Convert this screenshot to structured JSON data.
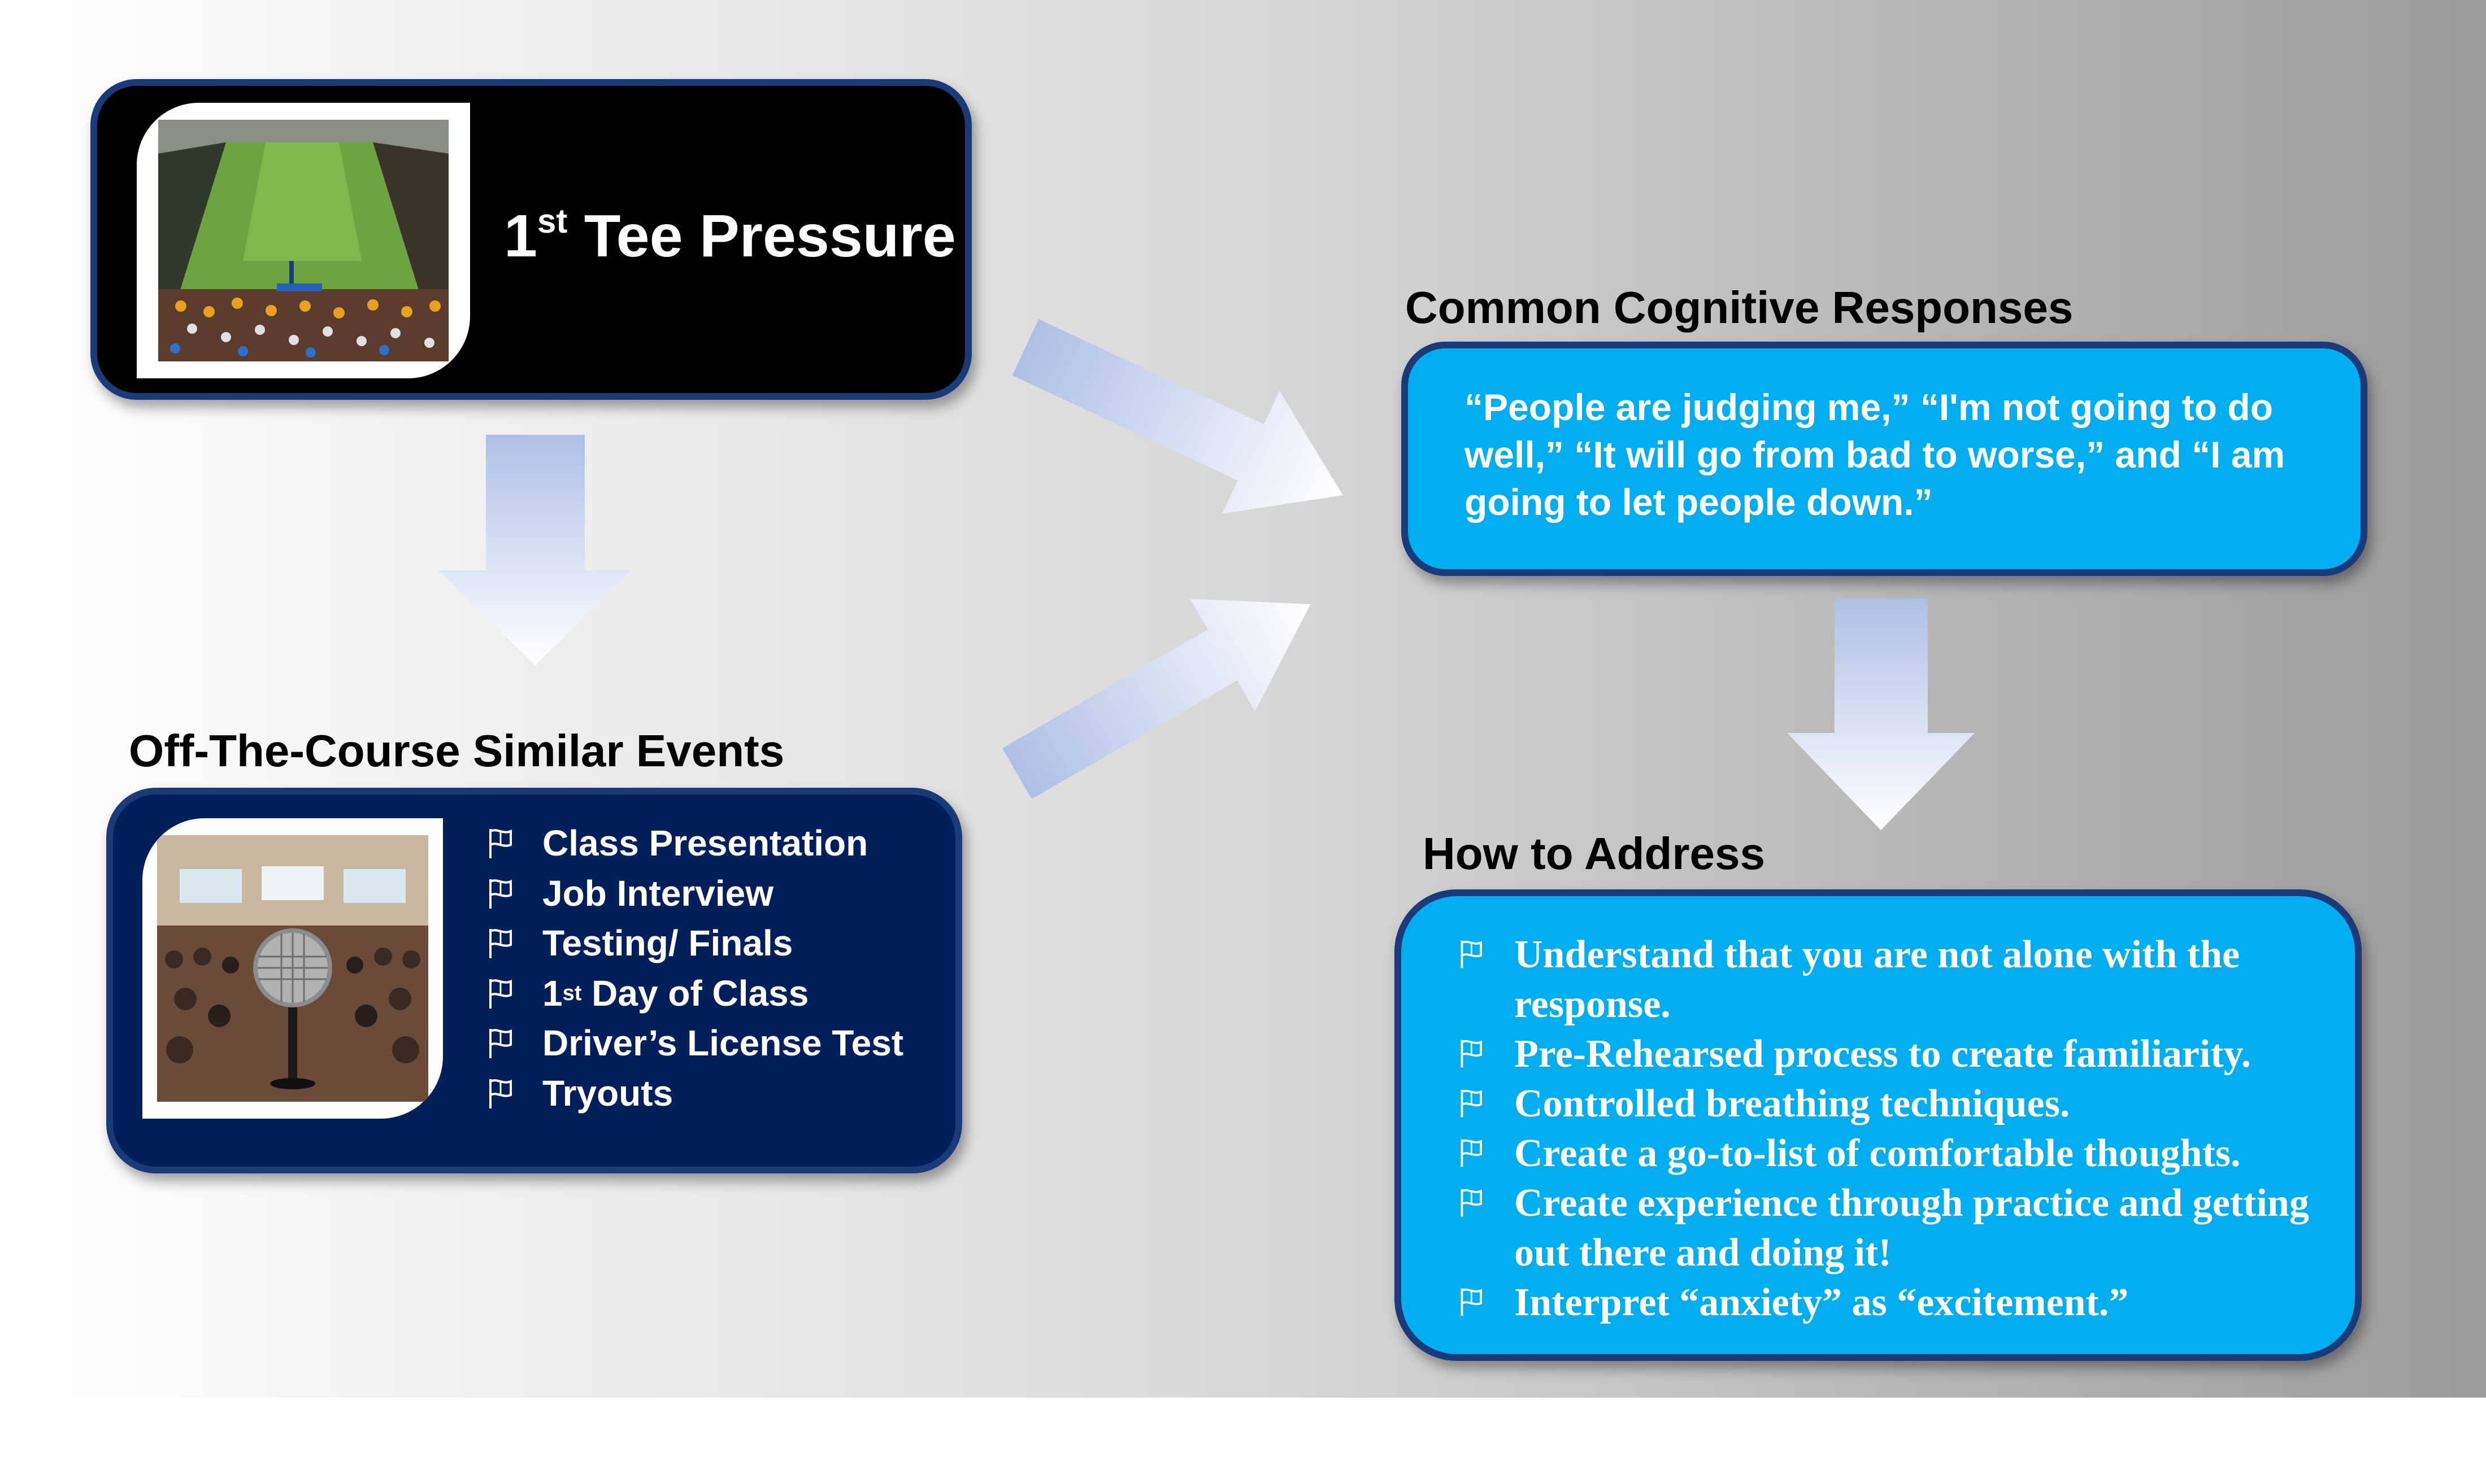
{
  "tee_pressure": {
    "title_number": "1",
    "title_suffix": "st",
    "title_text": "Tee Pressure",
    "image": "golf-first-tee-crowd-photo"
  },
  "off_course": {
    "heading": "Off-The-Course Similar Events",
    "image": "microphone-audience-photo",
    "bullet_icon": "flag-icon",
    "items": [
      {
        "prefix": "",
        "sup": "",
        "text": "Class Presentation"
      },
      {
        "prefix": "",
        "sup": "",
        "text": "Job Interview"
      },
      {
        "prefix": "",
        "sup": "",
        "text": "Testing/ Finals"
      },
      {
        "prefix": "1",
        "sup": "st",
        "text": " Day of Class"
      },
      {
        "prefix": "",
        "sup": "",
        "text": "Driver’s License Test"
      },
      {
        "prefix": "",
        "sup": "",
        "text": "Tryouts"
      }
    ]
  },
  "cognitive": {
    "heading": "Common Cognitive Responses",
    "text": "“People are judging me,” “I'm not going to do well,”  “It will go from bad to worse,” and “I am going to let people down.”"
  },
  "address": {
    "heading": "How to Address",
    "bullet_icon": "flag-icon",
    "items": [
      "Understand that you are not alone with the response.",
      "Pre-Rehearsed process to create familiarity.",
      "Controlled breathing techniques.",
      "Create a go-to-list of comfortable thoughts.",
      "Create experience through practice and getting out there and doing it!",
      "Interpret “anxiety” as “excitement.”"
    ]
  },
  "colors": {
    "dark_box": "#000000",
    "navy_box": "#001f5b",
    "blue_box": "#00aeef",
    "box_border": "#1a3a7a",
    "text_light": "#ffffff",
    "heading": "#000000",
    "arrow_start": "#aebfe6",
    "arrow_end": "#ffffff"
  }
}
